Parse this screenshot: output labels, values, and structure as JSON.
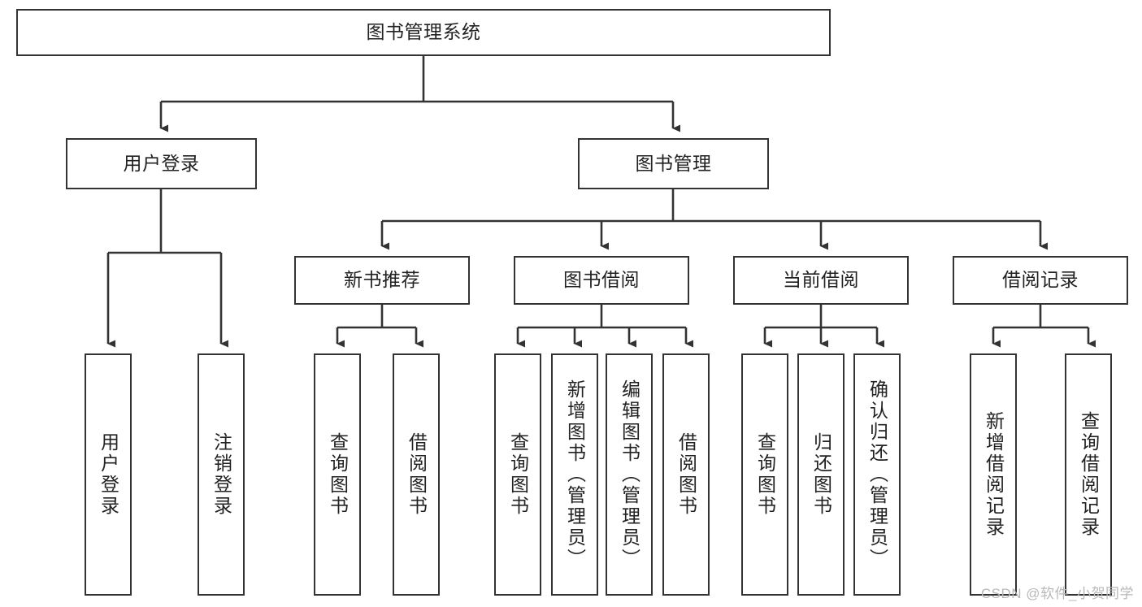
{
  "diagram": {
    "type": "tree",
    "title": "图书管理系统",
    "root": {
      "label": "图书管理系统"
    },
    "level2": [
      {
        "label": "用户登录"
      },
      {
        "label": "图书管理"
      }
    ],
    "level3": [
      {
        "label": "新书推荐"
      },
      {
        "label": "图书借阅"
      },
      {
        "label": "当前借阅"
      },
      {
        "label": "借阅记录"
      }
    ],
    "leaves": {
      "user_login": [
        {
          "label": "用户登录"
        },
        {
          "label": "注销登录"
        }
      ],
      "new_book_recommend": [
        {
          "label": "查询图书"
        },
        {
          "label": "借阅图书"
        }
      ],
      "book_borrow": [
        {
          "label": "查询图书"
        },
        {
          "label": "新增图书（管理员）"
        },
        {
          "label": "编辑图书（管理员）"
        },
        {
          "label": "借阅图书"
        }
      ],
      "current_borrow": [
        {
          "label": "查询图书"
        },
        {
          "label": "归还图书"
        },
        {
          "label": "确认归还（管理员）"
        }
      ],
      "borrow_record": [
        {
          "label": "新增借阅记录"
        },
        {
          "label": "查询借阅记录"
        }
      ]
    },
    "colors": {
      "border": "#333333",
      "background": "#ffffff",
      "text": "#222222",
      "connector": "#333333",
      "watermark": "#b8b8b8"
    }
  },
  "watermark": {
    "text": "CSDN @软件_小贺同学"
  }
}
